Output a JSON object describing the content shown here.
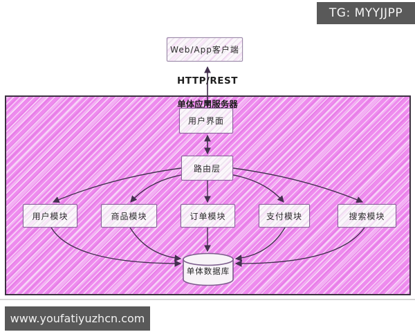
{
  "header": {
    "tg_badge": "TG: MYYJJPP"
  },
  "footer": {
    "site_banner": "www.youfatiyuzhcn.com"
  },
  "colors": {
    "badge_bg": "#595959",
    "badge_fg": "#f5f5f5",
    "container_fill": "#ee8bee",
    "container_border": "#3c3141",
    "node_border": "#8a639c",
    "arrow": "#43304f"
  },
  "diagram": {
    "client_label": "Web/App客户端",
    "protocol_label": "HTTP/REST",
    "server_title": "单体应用服务器",
    "ui_label": "用户界面",
    "router_label": "路由层",
    "modules": [
      {
        "label": "用户模块"
      },
      {
        "label": "商品模块"
      },
      {
        "label": "订单模块"
      },
      {
        "label": "支付模块"
      },
      {
        "label": "搜索模块"
      }
    ],
    "database_label": "单体数据库"
  }
}
